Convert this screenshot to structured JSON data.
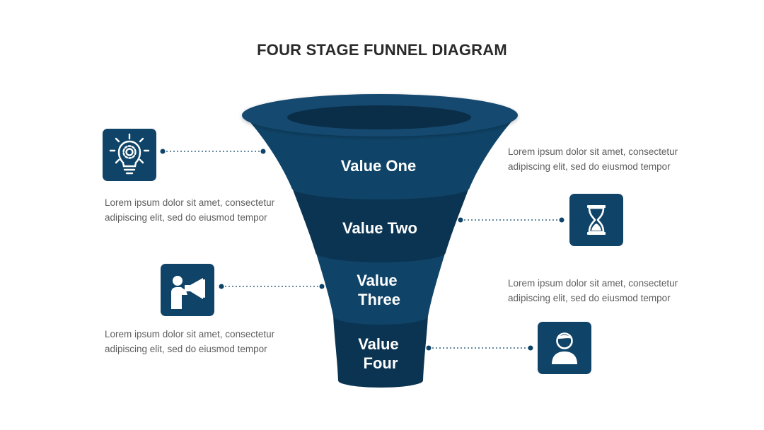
{
  "title": "FOUR STAGE FUNNEL DIAGRAM",
  "colors": {
    "stage_one": "#0f4468",
    "stage_two": "#0b3452",
    "stage_three": "#0f4468",
    "stage_four": "#0b3452",
    "rim_top": "#124a70",
    "rim_opening": "#0a2e48",
    "icon_bg": "#0f4468",
    "connector": "#0f4468",
    "title_text": "#2a2a2a",
    "body_text": "#5e5e5e"
  },
  "stages": [
    {
      "lines": [
        "Value One"
      ]
    },
    {
      "lines": [
        "Value Two"
      ]
    },
    {
      "lines": [
        "Value",
        "Three"
      ]
    },
    {
      "lines": [
        "Value",
        "Four"
      ]
    }
  ],
  "callouts": [
    {
      "icon": "lightbulb-gear-icon",
      "text_lines": [
        "Lorem ipsum dolor sit amet, consectetur",
        "adipiscing elit, sed do eiusmod tempor"
      ]
    },
    {
      "icon": "hourglass-icon",
      "text_lines": [
        "Lorem ipsum dolor sit amet, consectetur",
        "adipiscing elit, sed do eiusmod tempor"
      ]
    },
    {
      "icon": "megaphone-person-icon",
      "text_lines": [
        "Lorem ipsum dolor sit amet, consectetur",
        "adipiscing elit, sed do eiusmod tempor"
      ]
    },
    {
      "icon": "user-icon",
      "text_lines": [
        "Lorem ipsum dolor sit amet, consectetur",
        "adipiscing elit, sed do eiusmod tempor"
      ]
    }
  ]
}
